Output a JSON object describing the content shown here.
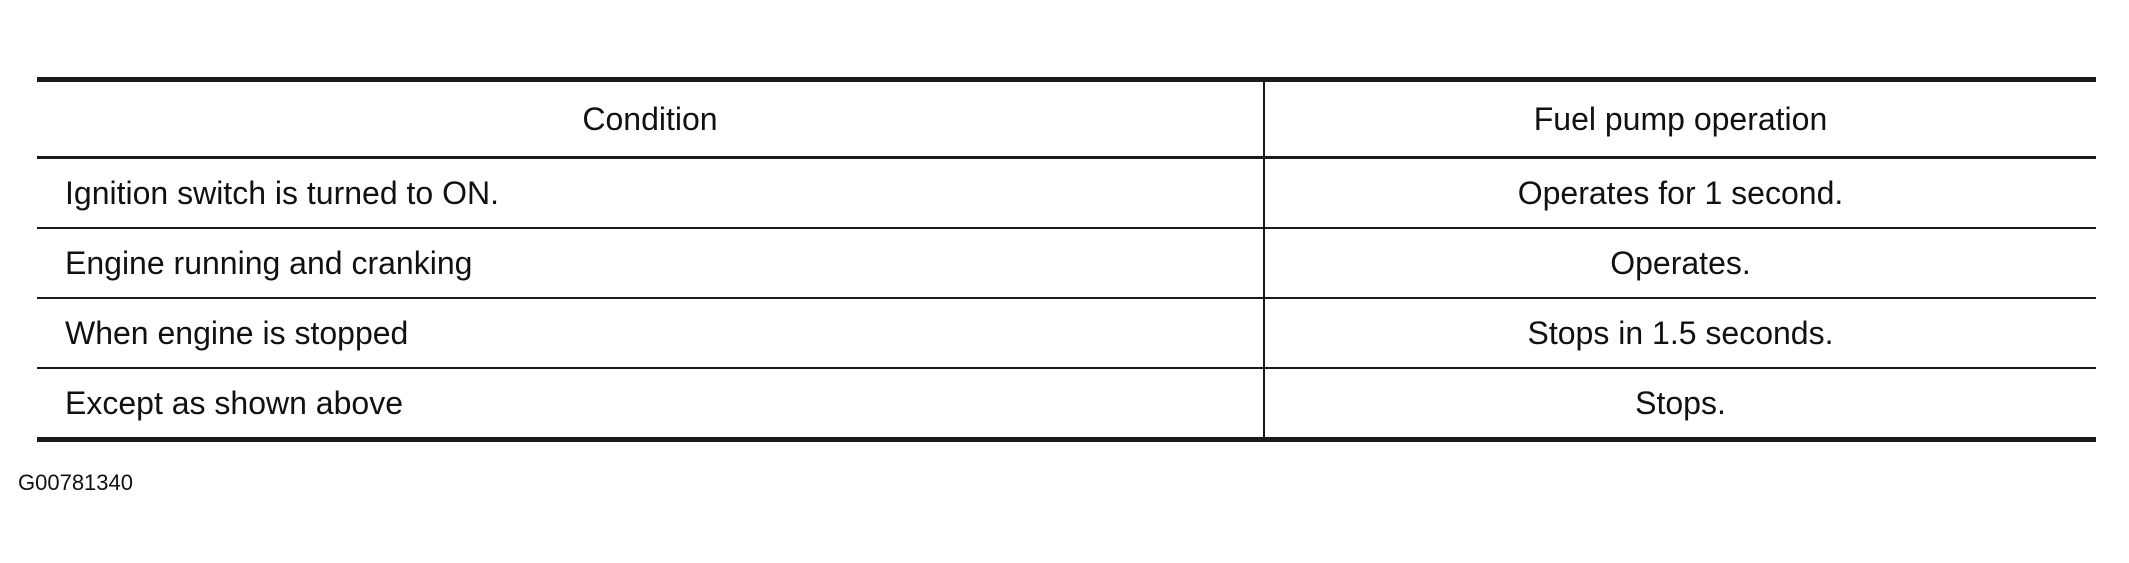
{
  "table": {
    "headers": {
      "condition": "Condition",
      "operation": "Fuel pump operation"
    },
    "rows": [
      {
        "condition": "Ignition switch is turned to ON.",
        "operation": "Operates for 1 second."
      },
      {
        "condition": "Engine running and cranking",
        "operation": "Operates."
      },
      {
        "condition": "When engine is stopped",
        "operation": "Stops in 1.5 seconds."
      },
      {
        "condition": "Except as shown above",
        "operation": "Stops."
      }
    ]
  },
  "figure_id": "G00781340"
}
